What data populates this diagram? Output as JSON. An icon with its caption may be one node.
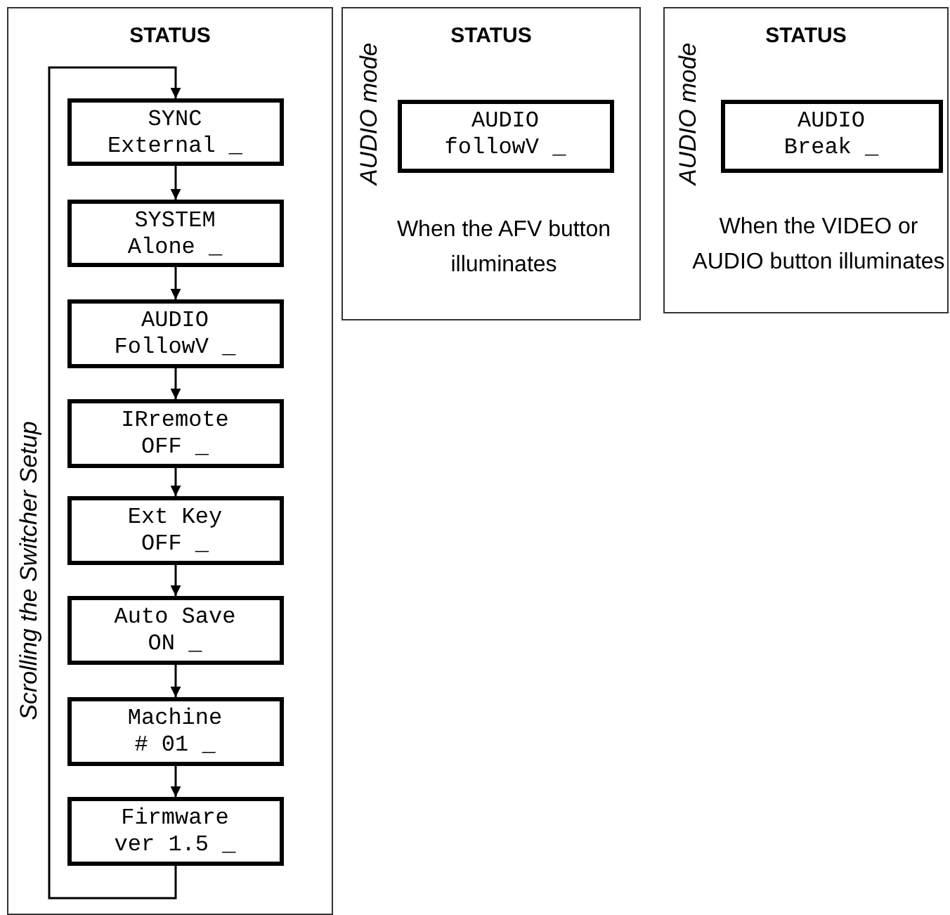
{
  "diagram": {
    "nodes": [
      {
        "text": [
          "STATUS",
          "Scrolling the Switcher Setup"
        ]
      },
      {
        "text": [
          "SYNC",
          "External _"
        ],
        "in": 0
      },
      {
        "text": [
          "SYSTEM",
          "Alone _"
        ],
        "in": 0
      },
      {
        "text": [
          "AUDIO",
          "FollowV _"
        ],
        "in": 0
      },
      {
        "text": [
          "IRremote",
          "OFF _"
        ],
        "in": 0
      },
      {
        "text": [
          "Ext Key",
          "OFF _"
        ],
        "in": 0
      },
      {
        "text": [
          "Auto Save",
          "ON _"
        ],
        "in": 0
      },
      {
        "text": [
          "Machine",
          "# 01 _"
        ],
        "in": 0
      },
      {
        "text": [
          "Firmware",
          "ver 1.5 _"
        ],
        "in": 0
      },
      {
        "text": [
          "STATUS",
          "AUDIO mode",
          "When the AFV button illuminates"
        ]
      },
      {
        "text": [
          "AUDIO",
          "followV _"
        ],
        "in": 9
      },
      {
        "text": [
          "STATUS",
          "AUDIO mode",
          "When the VIDEO or AUDIO button illuminates"
        ]
      },
      {
        "text": [
          "AUDIO",
          "Break _"
        ],
        "in": 11
      }
    ],
    "edges": [
      {
        "from": 1,
        "to": 2,
        "arrow": "to"
      },
      {
        "from": 2,
        "to": 3,
        "arrow": "to"
      },
      {
        "from": 3,
        "to": 4,
        "arrow": "to"
      },
      {
        "from": 4,
        "to": 5,
        "arrow": "to"
      },
      {
        "from": 5,
        "to": 6,
        "arrow": "to"
      },
      {
        "from": 6,
        "to": 7,
        "arrow": "to"
      },
      {
        "from": 7,
        "to": 8,
        "arrow": "to"
      },
      {
        "from": 8,
        "to": 1,
        "arrow": "to"
      }
    ]
  }
}
